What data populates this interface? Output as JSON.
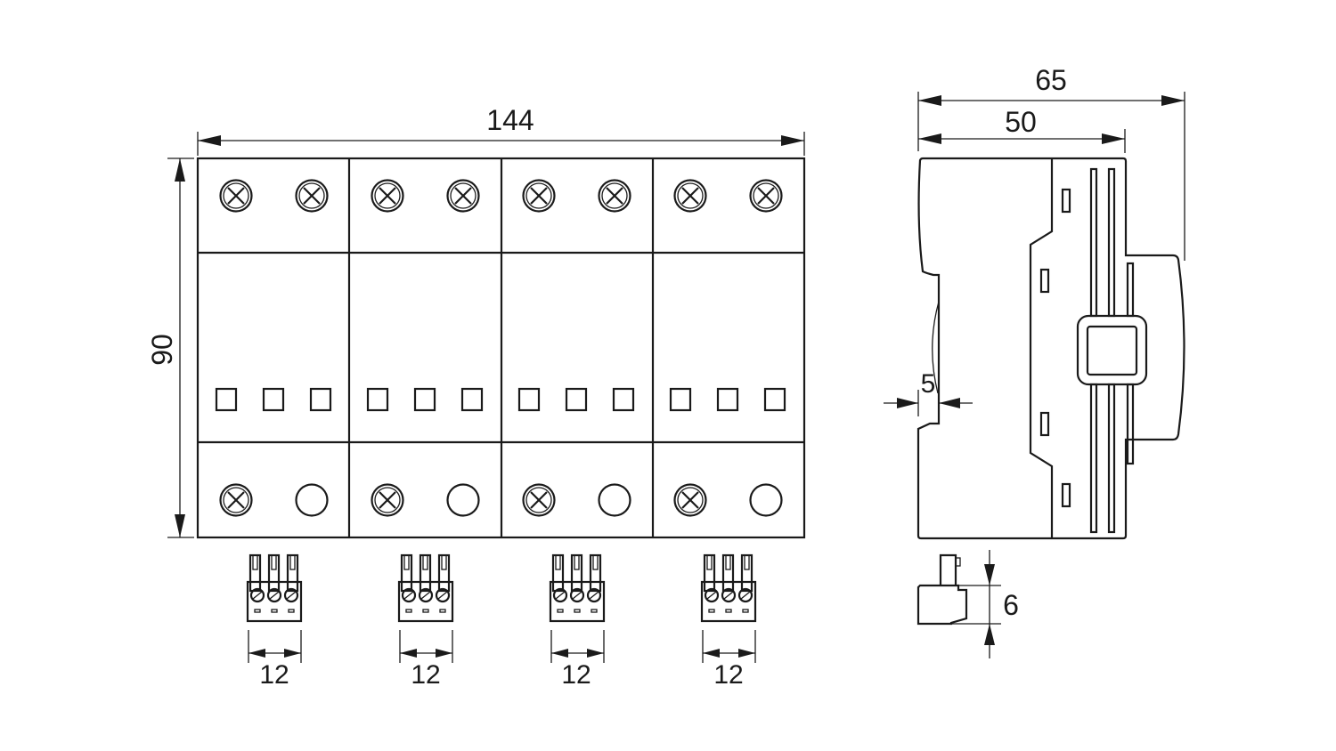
{
  "drawing": {
    "title": "Surge protection device 4-pole dimension drawing",
    "front_view": {
      "modules": 4,
      "dimensions": {
        "width": "144",
        "height": "90"
      },
      "connector_width": "12"
    },
    "side_view": {
      "dimensions": {
        "depth_total": "65",
        "depth_body": "50",
        "rail_offset": "5",
        "connector_height": "6"
      }
    }
  }
}
